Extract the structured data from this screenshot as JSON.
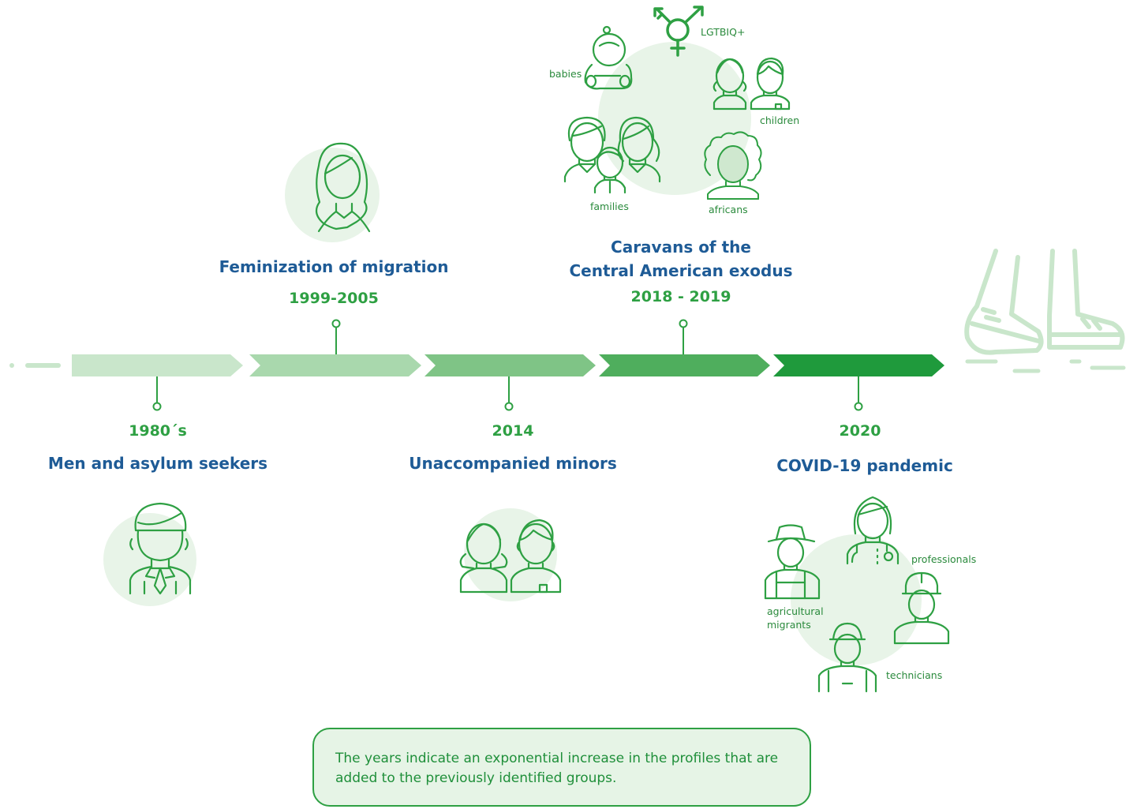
{
  "colors": {
    "segments": [
      "#c9e6cb",
      "#a9d8ad",
      "#7fc486",
      "#4fae5d",
      "#1f9a3c"
    ],
    "dark_green": "#2ea043",
    "title_blue": "#1e5b96",
    "bubble": "#e8f4e8",
    "note_bg": "#e6f4e6"
  },
  "milestones": [
    {
      "period": "1980´s",
      "title": "Men and asylum seekers",
      "position": "below"
    },
    {
      "period": "1999-2005",
      "title": "Feminization of migration",
      "position": "above"
    },
    {
      "period": "2014",
      "title": "Unaccompanied minors",
      "position": "below"
    },
    {
      "period": "2018 - 2019",
      "title_line1": "Caravans of the",
      "title_line2": "Central American exodus",
      "position": "above"
    },
    {
      "period": "2020",
      "title": "COVID-19 pandemic",
      "position": "below"
    }
  ],
  "caravan_profiles": [
    "babies",
    "LGTBIQ+",
    "children",
    "families",
    "africans"
  ],
  "covid_profiles": [
    "professionals",
    "agricultural migrants",
    "technicians"
  ],
  "icons": {
    "m1980": "man-icon",
    "m1999": "woman-icon",
    "m2014": "children-icon",
    "caravan": [
      "baby-icon",
      "lgbtiq-symbol-icon",
      "children-icon",
      "family-icon",
      "african-person-icon"
    ],
    "covid": [
      "agricultural-worker-icon",
      "doctor-icon",
      "construction-worker-icon",
      "technician-icon"
    ],
    "end": "walking-feet-icon"
  },
  "note": "The years indicate an exponential increase in the profiles that are added to the previously identified groups."
}
